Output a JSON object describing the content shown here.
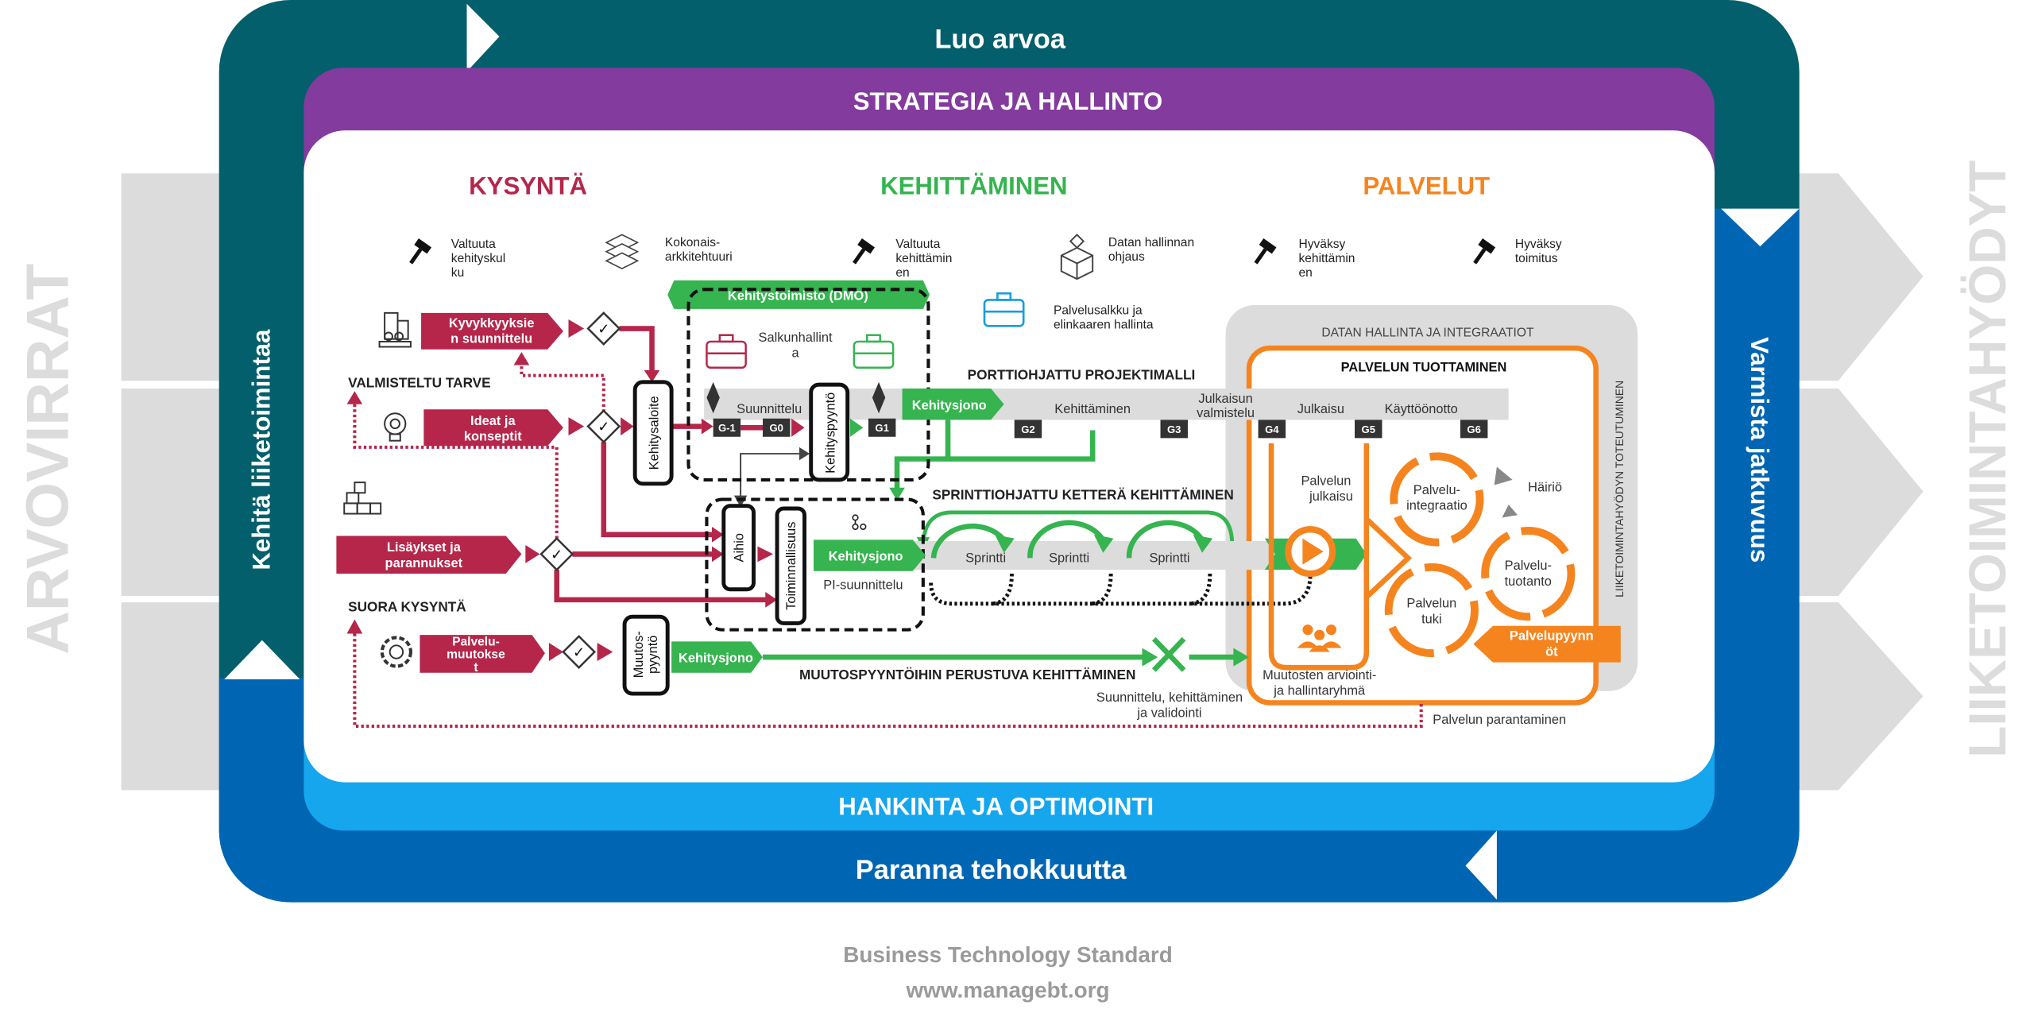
{
  "frame": {
    "top": "Luo arvoa",
    "left": "Kehitä liiketoimintaa",
    "right": "Varmista jatkuvuus",
    "bottom": "Paranna tehokkuutta",
    "strategy": "STRATEGIA JA HALLINTO",
    "procurement": "HANKINTA JA OPTIMOINTI",
    "value_streams": "ARVOVIRRAT",
    "business_benefits": "LIIKETOIMINTAHYÖDYT"
  },
  "columns": {
    "demand": "KYSYNTÄ",
    "development": "KEHITTÄMINEN",
    "services": "PALVELUT"
  },
  "governance": [
    {
      "icon": "gavel-icon",
      "lines": [
        "Valtuuta",
        "kehityskul",
        "ku"
      ]
    },
    {
      "icon": "layers-icon",
      "lines": [
        "Kokonais-",
        "arkkitehtuuri"
      ]
    },
    {
      "icon": "gavel-icon",
      "lines": [
        "Valtuuta",
        "kehittämin",
        "en"
      ]
    },
    {
      "icon": "data-box-icon",
      "lines": [
        "Datan hallinnan",
        "ohjaus"
      ]
    },
    {
      "icon": "gavel-icon",
      "lines": [
        "Hyväksy",
        "kehittämin",
        "en"
      ]
    },
    {
      "icon": "gavel-icon",
      "lines": [
        "Hyväksy",
        "toimitus"
      ]
    }
  ],
  "dmo": "Kehitystoimisto (DMO)",
  "service_portfolio": [
    "Palvelusalkku ja",
    "elinkaaren hallinta"
  ],
  "demand": {
    "prepared_need": "VALMISTELTU TARVE",
    "direct_demand": "SUORA KYSYNTÄ",
    "capability": [
      "Kyvykkyyksie",
      "n suunnittelu"
    ],
    "ideas": [
      "Ideat ja",
      "konseptit"
    ],
    "additions": [
      "Lisäykset ja",
      "parannukset"
    ],
    "service_changes": [
      "Palvelu-",
      "muutokse",
      "t"
    ]
  },
  "development": {
    "initiative": "Kehitysaloite",
    "portfolio_mgmt": [
      "Salkunhallint",
      "a"
    ],
    "request": "Kehityspyyntö",
    "backlog": "Kehitysjono",
    "gated_title": "PORTTIOHJATTU PROJEKTIMALLI",
    "stages": {
      "planning": "Suunnittelu",
      "developing": "Kehittäminen",
      "release_prep": [
        "Julkaisun",
        "valmistelu"
      ],
      "release": "Julkaisu",
      "deployment": "Käyttöönotto"
    },
    "gates": [
      "G-1",
      "G0",
      "G1",
      "G2",
      "G3",
      "G4",
      "G5",
      "G6"
    ],
    "epic": "Aihio",
    "feature": "Toiminnallisuus",
    "pi_planning": "PI-suunnittelu",
    "agile_title": "SPRINTTIOHJATTU KETTERÄ KEHITTÄMINEN",
    "sprints": [
      "Sprintti",
      "Sprintti",
      "Sprintti"
    ],
    "change_request": [
      "Muutos-",
      "pyyntö"
    ],
    "change_title": "MUUTOSPYYNTÖIHIN PERUSTUVA KEHITTÄMINEN",
    "design_validate": [
      "Suunnittelu, kehittäminen",
      "ja validointi"
    ]
  },
  "services": {
    "data_title": "DATAN HALLINTA JA INTEGRAATIOT",
    "production_title": "PALVELUN TUOTTAMINEN",
    "benefit_realization": "LIIKETOIMINTAHYÖDYN TOTEUTUMINEN",
    "release": [
      "Palvelun",
      "julkaisu"
    ],
    "integration": [
      "Palvelu-",
      "integraatio"
    ],
    "production": [
      "Palvelu-",
      "tuotanto"
    ],
    "support": [
      "Palvelun",
      "tuki"
    ],
    "incident": "Häiriö",
    "service_requests": [
      "Palvelupyynn",
      "öt"
    ],
    "cab": [
      "Muutosten arviointi-",
      "ja hallintaryhmä"
    ],
    "improvement": "Palvelun parantaminen"
  },
  "footer": {
    "line1": "Business Technology Standard",
    "line2": "www.managebt.org"
  },
  "colors": {
    "demand": "#b5264a",
    "development": "#35b44f",
    "services": "#f5841f",
    "teal": "#035f6b",
    "blue": "#0066b3",
    "light_blue": "#15a6ee",
    "purple": "#833b9e"
  }
}
